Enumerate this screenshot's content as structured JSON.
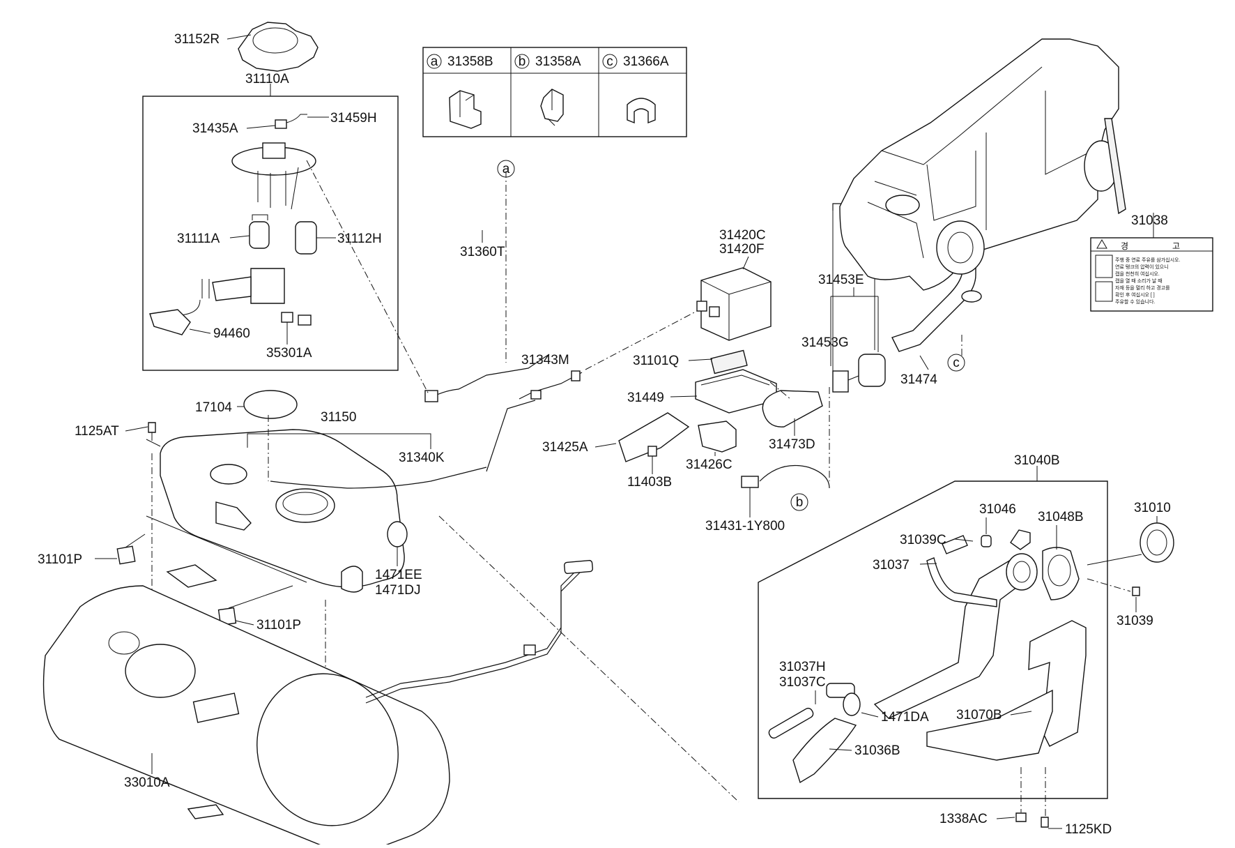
{
  "callouts": [
    {
      "id": "31152R"
    },
    {
      "id": "31110A"
    },
    {
      "id": "31435A"
    },
    {
      "id": "31459H"
    },
    {
      "id": "31111A"
    },
    {
      "id": "31112H"
    },
    {
      "id": "94460"
    },
    {
      "id": "35301A"
    },
    {
      "id": "17104"
    },
    {
      "id": "31150"
    },
    {
      "id": "1125AT"
    },
    {
      "id": "31340K"
    },
    {
      "id": "31101P"
    },
    {
      "id": "1471EE"
    },
    {
      "id": "1471DJ"
    },
    {
      "id": "31101P"
    },
    {
      "id": "33010A"
    },
    {
      "id": "31360T"
    },
    {
      "id": "31343M"
    },
    {
      "id": "31420C"
    },
    {
      "id": "31420F"
    },
    {
      "id": "31101Q"
    },
    {
      "id": "31449"
    },
    {
      "id": "31425A"
    },
    {
      "id": "31426C"
    },
    {
      "id": "11403B"
    },
    {
      "id": "31431-1Y800"
    },
    {
      "id": "31453E"
    },
    {
      "id": "31453G"
    },
    {
      "id": "31473D"
    },
    {
      "id": "31474"
    },
    {
      "id": "31038"
    },
    {
      "id": "31040B"
    },
    {
      "id": "31046"
    },
    {
      "id": "31048B"
    },
    {
      "id": "31010"
    },
    {
      "id": "31039C"
    },
    {
      "id": "31037"
    },
    {
      "id": "31039"
    },
    {
      "id": "31037H"
    },
    {
      "id": "31037C"
    },
    {
      "id": "1471DA"
    },
    {
      "id": "31070B"
    },
    {
      "id": "31036B"
    },
    {
      "id": "1338AC"
    },
    {
      "id": "1125KD"
    }
  ],
  "clip_table": [
    {
      "marker": "a",
      "part": "31358B"
    },
    {
      "marker": "b",
      "part": "31358A"
    },
    {
      "marker": "c",
      "part": "31366A"
    }
  ],
  "markers": [
    "a",
    "b",
    "c"
  ],
  "warning_label": {
    "heading_left": "경",
    "heading_right": "고",
    "lines": [
      "주행 중 연료 주유를 삼가십시오.",
      "연료 탱크의 압력이 있으니",
      "캡을 천천히 여십시오.",
      "캡을 열 때 소리가 날 때",
      "자재 등을 멀리 하고 경고를",
      "확인 후 여십시오 [ ]",
      "주유할 수 있습니다."
    ]
  }
}
